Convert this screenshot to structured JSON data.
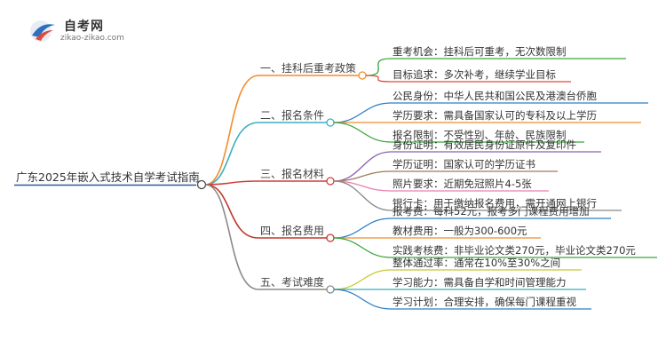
{
  "logo": {
    "title": "自考网",
    "subtitle": "zikao-zikao.com"
  },
  "mindmap": {
    "root": "广东2025年嵌入式技术自学考试指南",
    "branches": [
      {
        "label": "一、挂科后重考政策",
        "color": "#f28c28",
        "leaves": [
          {
            "text": "重考机会：挂科后可重考，无次数限制",
            "color": "#3aa63a"
          },
          {
            "text": "目标追求：多次补考，继续学业目标",
            "color": "#e0493a"
          }
        ]
      },
      {
        "label": "二、报名条件",
        "color": "#3aaec0",
        "leaves": [
          {
            "text": "公民身份：中华人民共和国公民及港澳台侨胞",
            "color": "#2c7fc4"
          },
          {
            "text": "学历要求：需具备国家认可的专科及以上学历",
            "color": "#f28c28"
          },
          {
            "text": "报名限制：不受性别、年龄、民族限制",
            "color": "#3aa63a"
          }
        ]
      },
      {
        "label": "三、报名材料",
        "color": "#d23b3b",
        "leaves": [
          {
            "text": "身份证明：有效居民身份证原件及复印件",
            "color": "#8c5fb0"
          },
          {
            "text": "学历证明：国家认可的学历证书",
            "color": "#a0785a"
          },
          {
            "text": "照片要求：近期免冠照片4-5张",
            "color": "#e57fb0"
          },
          {
            "text": "银行卡：用于缴纳报名费用，需开通网上银行",
            "color": "#888888"
          }
        ]
      },
      {
        "label": "四、报名费用",
        "color": "#c0392b",
        "leaves": [
          {
            "text": "报考费：每科52元，报考多门课程费用增加",
            "color": "#2c7fc4"
          },
          {
            "text": "教材费用：一般为300-600元",
            "color": "#f28c28"
          },
          {
            "text": "实践考核费：非毕业论文类270元，毕业论文类270元",
            "color": "#3aa63a"
          }
        ]
      },
      {
        "label": "五、考试难度",
        "color": "#8a8a8a",
        "leaves": [
          {
            "text": "整体通过率：通常在10%至30%之间",
            "color": "#c8c830"
          },
          {
            "text": "学习能力：需具备自学和时间管理能力",
            "color": "#3aaec0"
          },
          {
            "text": "学习计划：合理安排，确保每门课程重视",
            "color": "#2c7fc4"
          }
        ]
      }
    ]
  }
}
